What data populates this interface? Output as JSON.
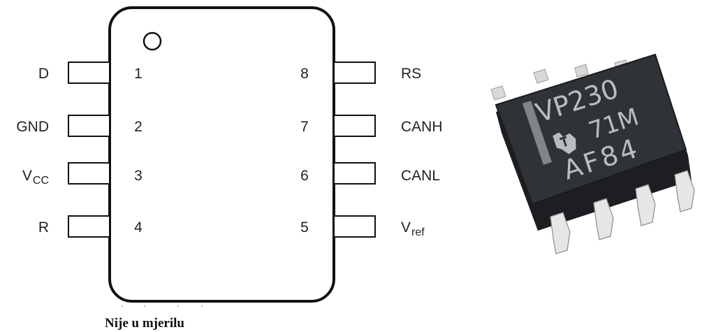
{
  "package": {
    "left_pins": [
      {
        "number": "1",
        "name": "D"
      },
      {
        "number": "2",
        "name": "GND"
      },
      {
        "number": "3",
        "name": "V",
        "sub": "CC"
      },
      {
        "number": "4",
        "name": "R"
      }
    ],
    "right_pins": [
      {
        "number": "8",
        "name": "RS"
      },
      {
        "number": "7",
        "name": "CANH"
      },
      {
        "number": "6",
        "name": "CANL"
      },
      {
        "number": "5",
        "name": "V",
        "sub": "ref"
      }
    ]
  },
  "chip_photo": {
    "marking_line1": "VP230",
    "marking_line2": "71M",
    "marking_line3": "AF84",
    "logo": "ti-logo-icon"
  },
  "caption": "Nije u mjerilu",
  "colors": {
    "outline": "#111111",
    "chip_body": "#2f3236",
    "chip_marking": "#b9bcc0",
    "lead": "#e8e8e8"
  }
}
